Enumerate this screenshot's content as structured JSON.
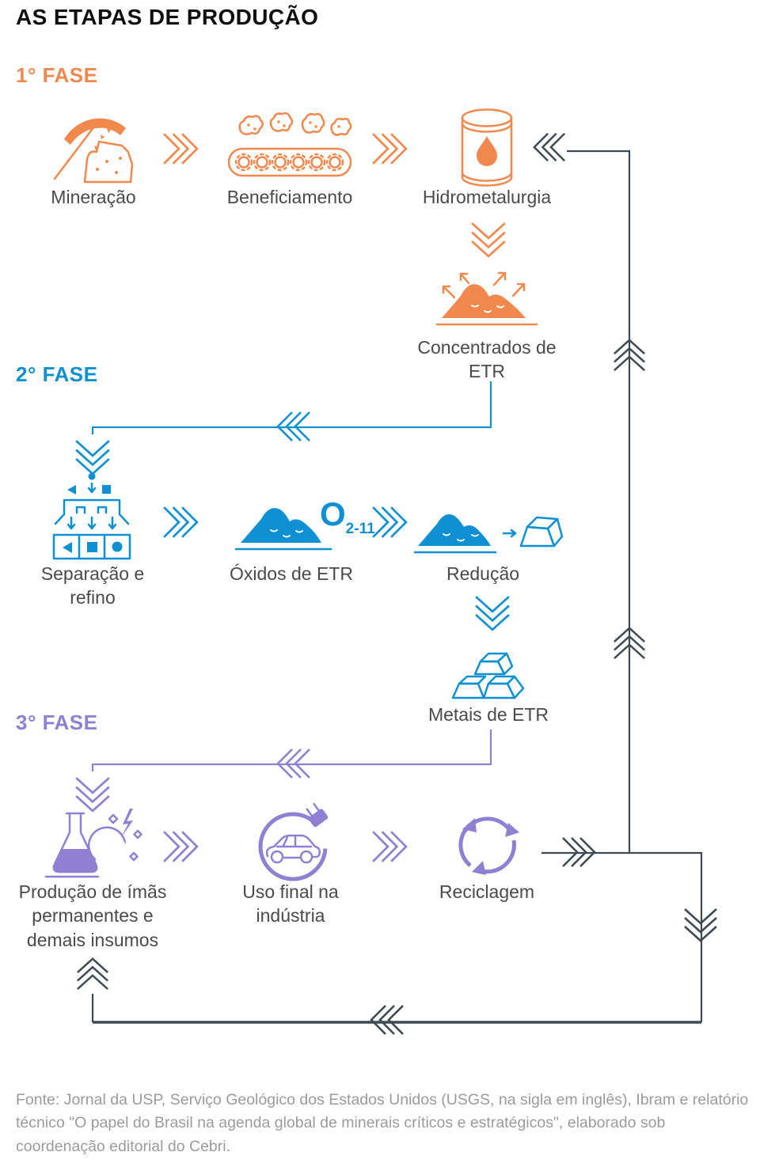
{
  "title": "AS ETAPAS DE PRODUÇÃO",
  "colors": {
    "phase1": "#F1894F",
    "phase2": "#0E90D2",
    "phase3": "#8F80D4",
    "loop_line": "#3E4A52",
    "stage_label": "#4a4a4a",
    "footer_text": "#9b9b9b"
  },
  "phases": [
    {
      "label": "1° FASE",
      "stages": [
        {
          "label": "Mineração",
          "icon": "pickaxe-rock-icon"
        },
        {
          "label": "Beneficiamento",
          "icon": "conveyor-gears-icon"
        },
        {
          "label": "Hidrometalurgia",
          "icon": "barrel-droplet-icon"
        },
        {
          "label": "Concentrados de ETR",
          "icon": "ore-pile-arrows-icon"
        }
      ]
    },
    {
      "label": "2° FASE",
      "oxide_symbol": "O",
      "oxide_subscript": "2-11",
      "stages": [
        {
          "label": "Separação e refino",
          "icon": "sorting-funnel-icon"
        },
        {
          "label": "Óxidos de ETR",
          "icon": "oxide-pile-icon"
        },
        {
          "label": "Redução",
          "icon": "pile-to-ingot-icon"
        },
        {
          "label": "Metais de ETR",
          "icon": "ingot-stack-icon"
        }
      ]
    },
    {
      "label": "3° FASE",
      "stages": [
        {
          "label": "Produção de ímãs permanentes e demais insumos",
          "icon": "flask-magnet-icon"
        },
        {
          "label": "Uso final na indústria",
          "icon": "electric-car-icon"
        },
        {
          "label": "Reciclagem",
          "icon": "recycle-arrows-icon"
        }
      ]
    }
  ],
  "flow_arrows": [
    "forward-chevron",
    "down-chevron",
    "return-loop-chevron"
  ],
  "source": "Fonte:  Jornal da USP, Serviço Geológico dos Estados Unidos (USGS, na sigla em inglês), Ibram e relatório técnico \"O papel do Brasil  na agenda global de minerais críticos e estratégicos\", elaborado sob coordenação editorial do Cebri."
}
